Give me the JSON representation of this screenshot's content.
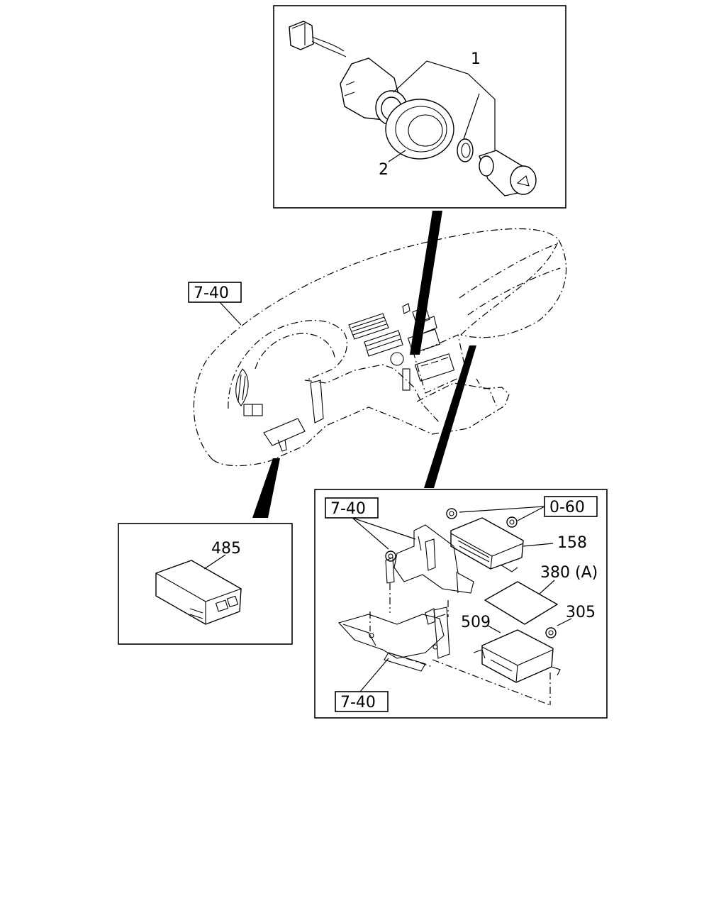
{
  "callouts": {
    "lighter_item_1": "1",
    "lighter_item_2": "2",
    "dash_ref": "7-40",
    "module_485": "485",
    "bracket_ref_top": "7-40",
    "bolt_ref": "0-60",
    "unit_158": "158",
    "label_380a": "380 (A)",
    "nut_305": "305",
    "unit_509": "509",
    "bracket_ref_bottom": "7-40"
  }
}
